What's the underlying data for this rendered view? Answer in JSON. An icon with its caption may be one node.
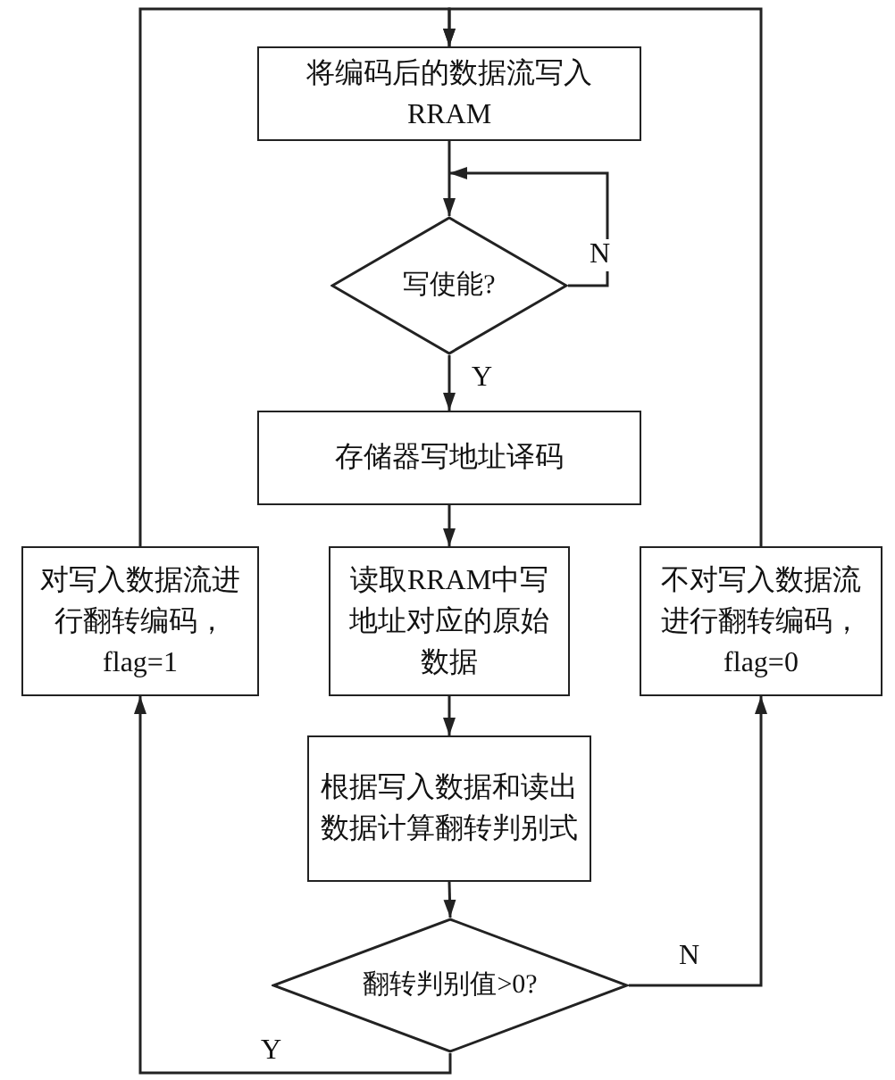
{
  "diagram": {
    "nodes": [
      {
        "text": [
          "将编码后的数据流写入RRAM"
        ]
      },
      {
        "text": [
          "写使能?"
        ]
      },
      {
        "text": [
          "存储器写地址译码"
        ]
      },
      {
        "text": [
          "对写入数据流进行翻转编码，flag=1"
        ]
      },
      {
        "text": [
          "读取RRAM中写地址对应的原始数据"
        ]
      },
      {
        "text": [
          "不对写入数据流进行翻转编码，flag=0"
        ]
      },
      {
        "text": [
          "根据写入数据和读出数据计算翻转判别式"
        ]
      },
      {
        "text": [
          "翻转判别值>0?"
        ]
      }
    ],
    "edges": [
      {
        "from": 0,
        "to": 1,
        "arrow": "to"
      },
      {
        "from": 1,
        "to": 1,
        "arrow": "to",
        "label": "N"
      },
      {
        "from": 1,
        "to": 2,
        "arrow": "to",
        "label": "Y"
      },
      {
        "from": 2,
        "to": 4,
        "arrow": "to"
      },
      {
        "from": 4,
        "to": 6,
        "arrow": "to"
      },
      {
        "from": 6,
        "to": 7,
        "arrow": "to"
      },
      {
        "from": 7,
        "to": 3,
        "arrow": "to",
        "label": "Y"
      },
      {
        "from": 7,
        "to": 5,
        "arrow": "to",
        "label": "N"
      },
      {
        "from": 3,
        "to": 0,
        "arrow": "to"
      },
      {
        "from": 5,
        "to": 0,
        "arrow": "to"
      }
    ]
  }
}
